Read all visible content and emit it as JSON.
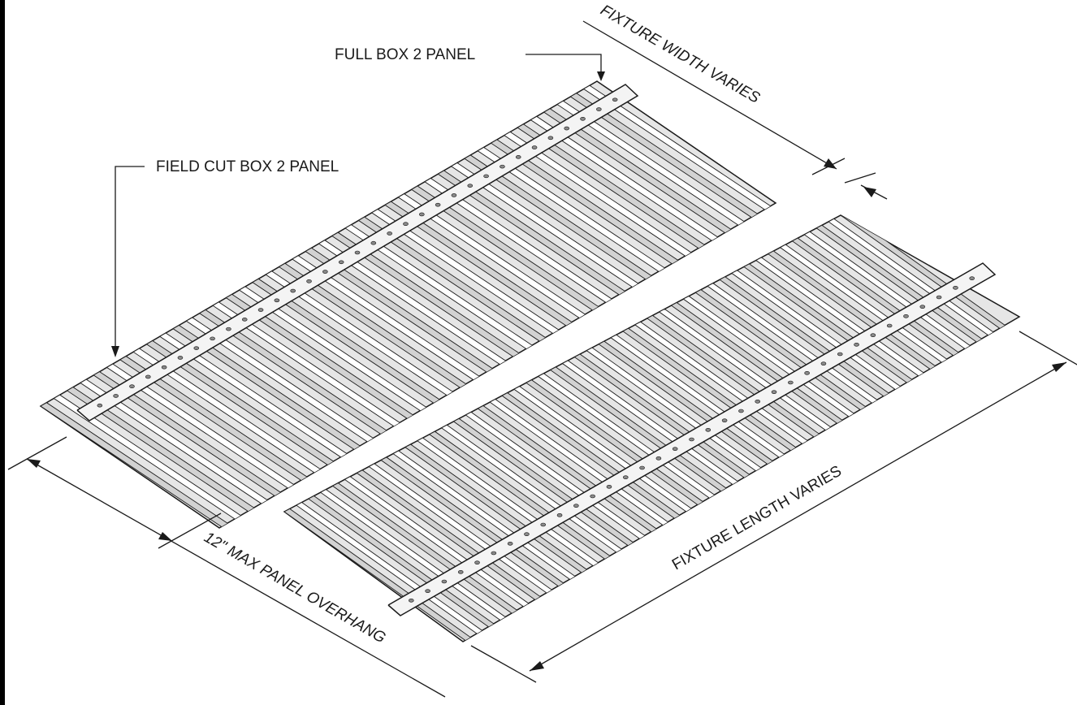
{
  "labels": {
    "full_box": "FULL BOX 2 PANEL",
    "field_cut": "FIELD CUT BOX 2 PANEL",
    "fixture_width": "FIXTURE WIDTH VARIES",
    "fixture_length": "FIXTURE LENGTH VARIES",
    "overhang": "12\" MAX PANEL OVERHANG"
  },
  "colors": {
    "ink": "#1a1a1a",
    "panel_light": "#ffffff",
    "panel_shade": "#d2d2d2",
    "panel_dark": "#8a8a8a"
  }
}
